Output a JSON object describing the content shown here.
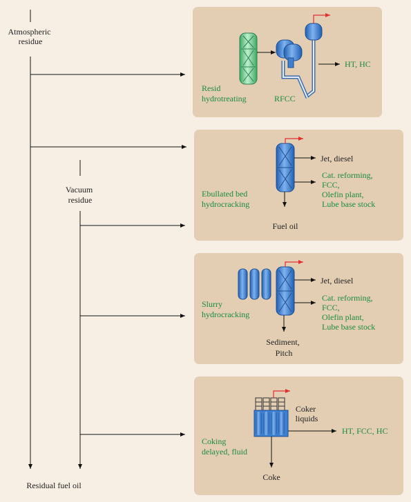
{
  "feeds": {
    "atmospheric_residue": [
      "Atmospheric",
      "residue"
    ],
    "vacuum_residue": [
      "Vacuum",
      "residue"
    ],
    "residual_fuel_oil": "Residual fuel oil"
  },
  "panels": [
    {
      "process": [
        "Resid",
        "hydrotreating"
      ],
      "unit": "RFCC",
      "products": [
        [
          "HT, HC"
        ]
      ],
      "bottoms": []
    },
    {
      "process": [
        "Ebullated bed",
        "hydrocracking"
      ],
      "products": [
        [
          "Jet, diesel"
        ],
        [
          "Cat. reforming,",
          "FCC,",
          "Olefin plant,",
          "Lube base stock"
        ]
      ],
      "bottoms": [
        "Fuel oil"
      ]
    },
    {
      "process": [
        "Slurry",
        "hydrocracking"
      ],
      "products": [
        [
          "Jet, diesel"
        ],
        [
          "Cat. reforming,",
          "FCC,",
          "Olefin plant,",
          "Lube base stock"
        ]
      ],
      "bottoms": [
        "Sediment,",
        "Pitch"
      ]
    },
    {
      "process": [
        "Coking",
        "delayed, fluid"
      ],
      "products": [
        [
          "Coker",
          "liquids"
        ],
        [
          "HT, FCC, HC"
        ]
      ],
      "bottoms": [
        "Coke"
      ]
    }
  ],
  "colors": {
    "background": "#f7efe3",
    "panel": "#e3ceb4",
    "label_green": "#1c8a3c",
    "vessel_blue": "#3f7fd0",
    "vessel_green": "#7fd39a",
    "vent_red": "#e03030"
  }
}
